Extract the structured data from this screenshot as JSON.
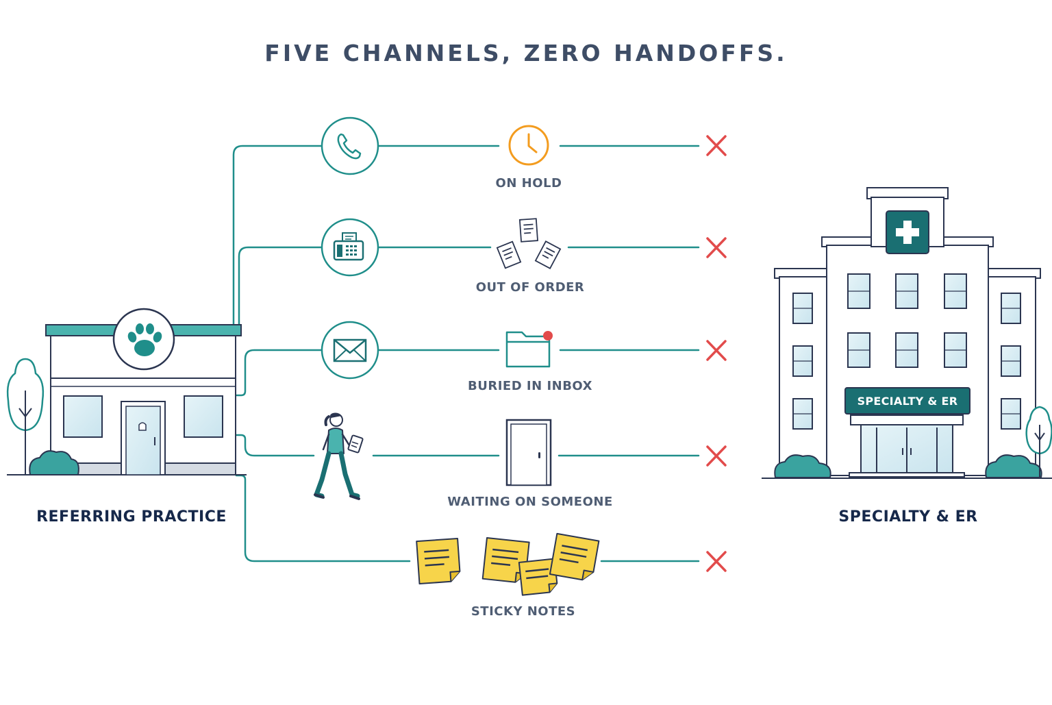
{
  "title": "FIVE CHANNELS, ZERO HANDOFFS.",
  "source": {
    "label": "REFERRING PRACTICE",
    "icon": "paw-icon"
  },
  "destination": {
    "label": "SPECIALTY & ER",
    "sign": "SPECIALTY & ER",
    "icon": "medical-cross-icon"
  },
  "channels": [
    {
      "channel_icon": "phone-icon",
      "status_icon": "clock-icon",
      "status": "ON HOLD",
      "result_icon": "x-mark-icon"
    },
    {
      "channel_icon": "fax-icon",
      "status_icon": "scattered-papers-icon",
      "status": "OUT OF ORDER",
      "result_icon": "x-mark-icon"
    },
    {
      "channel_icon": "envelope-icon",
      "status_icon": "folder-with-badge-icon",
      "status": "BURIED IN INBOX",
      "result_icon": "x-mark-icon"
    },
    {
      "channel_icon": "walking-person-icon",
      "status_icon": "closed-door-icon",
      "status": "WAITING ON SOMEONE",
      "result_icon": "x-mark-icon"
    },
    {
      "channel_icon": "sticky-notes-icon",
      "status_icon": "sticky-notes-icon",
      "status": "STICKY NOTES",
      "result_icon": "x-mark-icon"
    }
  ],
  "colors": {
    "teal": "#1f8e8a",
    "dark_teal": "#1a6f72",
    "navy": "#2b3550",
    "orange": "#f39c1f",
    "red": "#e24b4b",
    "yellow": "#f7d44a",
    "window": "#d7ecf3"
  }
}
